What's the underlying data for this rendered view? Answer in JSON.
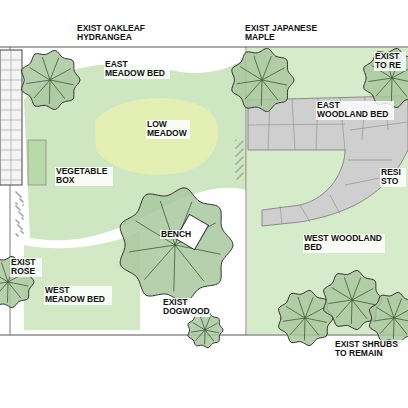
{
  "diagram": {
    "labels": [
      "EXIST OAKLEAF HYDRANGEA",
      "EXIST JAPANESE MAPLE",
      "EXIST TO RE",
      "EAST MEADOW BED",
      "EAST WOODLAND BED",
      "LOW MEADOW",
      "VEGETABLE BOX",
      "RESI STO",
      "BENCH",
      "WEST WOODLAND BED",
      "EXIST ROSE",
      "WEST MEADOW BED",
      "EXIST DOGWOOD",
      "EXIST SHRUBS TO REMAIN"
    ]
  }
}
